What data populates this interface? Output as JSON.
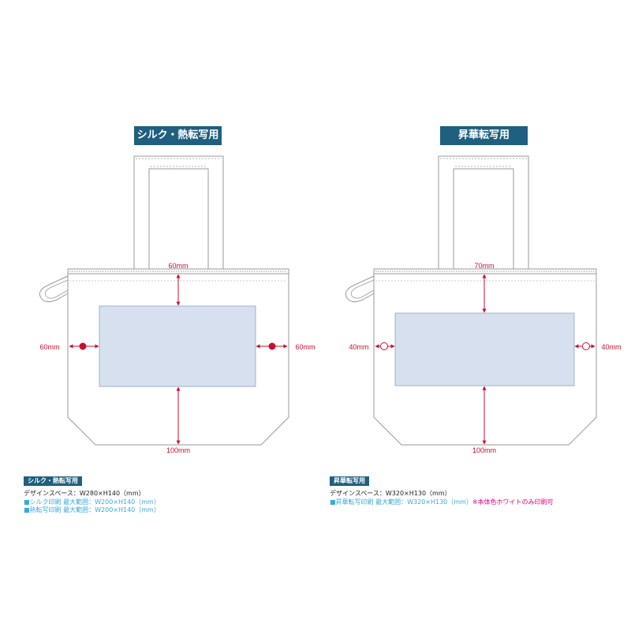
{
  "left": {
    "header": "シルク・熱転写用",
    "dims": {
      "top": "60mm",
      "left": "60mm",
      "right": "60mm",
      "bottom": "100mm"
    },
    "legend": {
      "tag": "シルク・熱転写用",
      "design_space": "デザインスペース：W280×H140（mm）",
      "line1": "■シルク印刷 最大範囲：W200×H140（mm）",
      "line2": "■熱転写印刷 最大範囲：W200×H140（mm）"
    }
  },
  "right": {
    "header": "昇華転写用",
    "dims": {
      "top": "70mm",
      "left": "40mm",
      "right": "40mm",
      "bottom": "100mm"
    },
    "legend": {
      "tag": "昇華転写用",
      "design_space": "デザインスペース：W320×H130（mm）",
      "line1": "■昇華転写印刷 最大範囲：W320×H130（mm）",
      "note": "※本体色ホワイトのみ印刷可"
    }
  },
  "colors": {
    "header_bg": "#1f5f7f",
    "arrow": "#c8102e",
    "print_area": "#d6e0ef",
    "outline": "#9a9a9a",
    "cyan_text": "#3aa8d8",
    "magenta_text": "#e4007f"
  }
}
